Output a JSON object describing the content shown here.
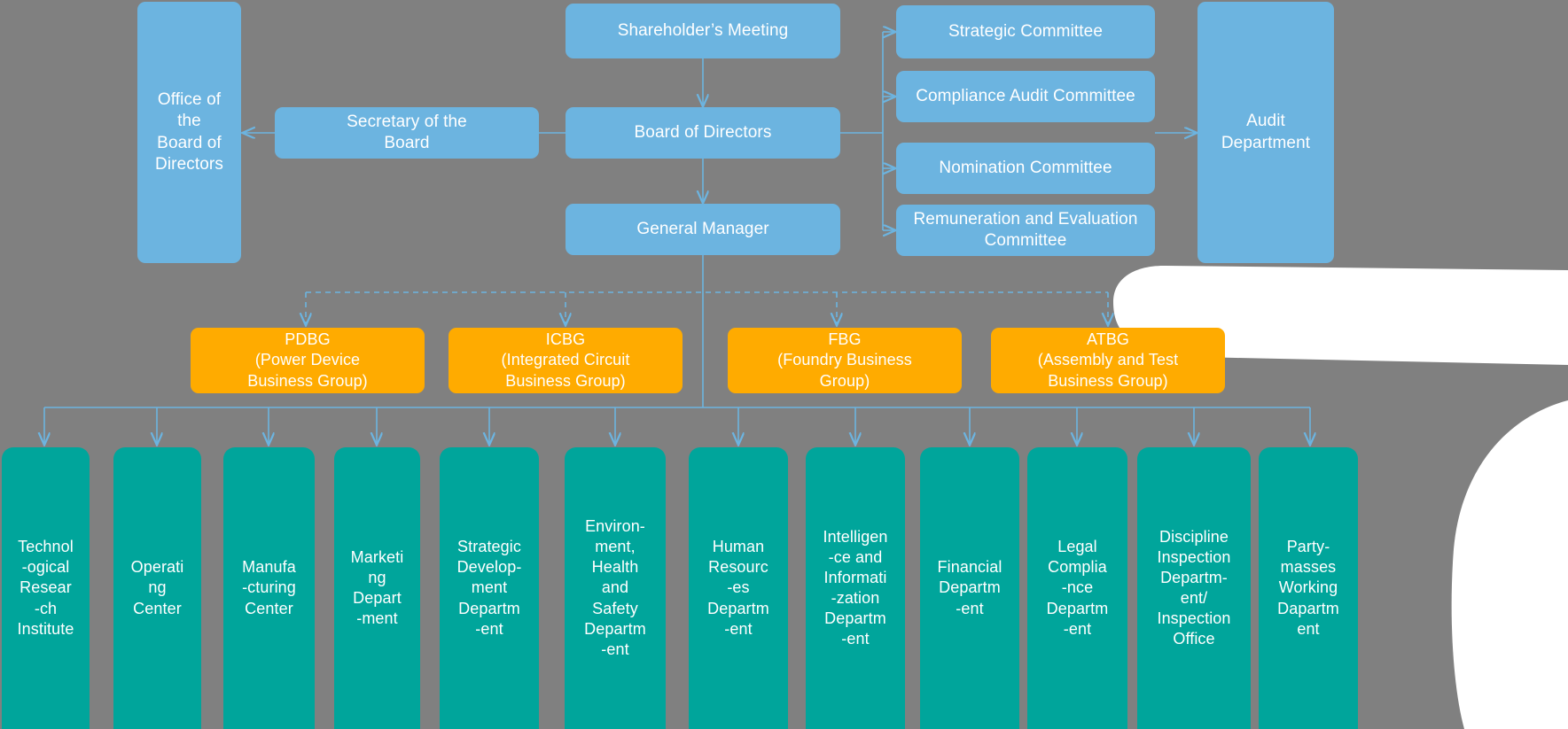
{
  "chart_data": {
    "type": "diagram",
    "title": "Corporate Organizational Structure Chart",
    "palette": {
      "background": "#808080",
      "governance_blue": "#6cb4e0",
      "business_group_orange": "#ffab00",
      "department_teal": "#00a59b",
      "connector_line": "#6cb4e0",
      "text": "#ffffff",
      "overlay_white": "#ffffff"
    },
    "levels": [
      {
        "name": "governance",
        "color": "#6cb4e0"
      },
      {
        "name": "business_groups",
        "color": "#ffab00"
      },
      {
        "name": "functional_departments",
        "color": "#00a59b"
      }
    ],
    "edges": [
      {
        "from": "Shareholder's Meeting",
        "to": "Board of Directors",
        "style": "solid-arrow"
      },
      {
        "from": "Board of Directors",
        "to": "General Manager",
        "style": "solid-arrow"
      },
      {
        "from": "Secretary of the Board",
        "to": "Office of the Board of Directors",
        "style": "solid-arrow"
      },
      {
        "from": "Board of Directors",
        "to": "Secretary of the Board",
        "style": "solid-line"
      },
      {
        "from": "Board of Directors",
        "to": "Strategic Committee",
        "style": "solid-arrow"
      },
      {
        "from": "Board of Directors",
        "to": "Compliance Audit Committee",
        "style": "solid-arrow"
      },
      {
        "from": "Board of Directors",
        "to": "Nomination Committee",
        "style": "solid-arrow"
      },
      {
        "from": "Board of Directors",
        "to": "Remuneration and Evaluation Committee",
        "style": "solid-arrow"
      },
      {
        "from": "Compliance Audit Committee",
        "to": "Audit Department",
        "style": "solid-arrow"
      },
      {
        "from": "General Manager",
        "to": "PDBG (Power Device Business Group)",
        "style": "dashed-arrow"
      },
      {
        "from": "General Manager",
        "to": "ICBG (Integrated Circuit Business Group)",
        "style": "dashed-arrow"
      },
      {
        "from": "General Manager",
        "to": "FBG (Foundry Business Group)",
        "style": "dashed-arrow"
      },
      {
        "from": "General Manager",
        "to": "ATBG (Assembly and Test Business Group)",
        "style": "dashed-arrow"
      },
      {
        "from": "General Manager",
        "to": "functional_departments_bus",
        "style": "solid-arrow"
      }
    ]
  },
  "governance": {
    "office_of_board": "Office of\nthe\nBoard of\nDirectors",
    "secretary_of_board": "Secretary of the\nBoard",
    "shareholders_meeting": "Shareholder’s  Meeting",
    "board_of_directors": "Board of Directors",
    "general_manager": "General  Manager",
    "audit_department": "Audit\nDepartment",
    "committees": [
      {
        "label": "Strategic Committee"
      },
      {
        "label": "Compliance Audit Committee"
      },
      {
        "label": "Nomination Committee"
      },
      {
        "label": "Remuneration and Evaluation\nCommittee"
      }
    ]
  },
  "business_groups": [
    {
      "abbr": "PDBG",
      "label": "PDBG\n(Power Device\nBusiness Group)"
    },
    {
      "abbr": "ICBG",
      "label": "ICBG\n(Integrated Circuit\nBusiness Group)"
    },
    {
      "abbr": "FBG",
      "label": "FBG\n(Foundry Business\nGroup)"
    },
    {
      "abbr": "ATBG",
      "label": "ATBG\n(Assembly and Test\nBusiness Group)"
    }
  ],
  "departments": [
    {
      "label": "Technol\n-ogical\nResear\n-ch\nInstitute"
    },
    {
      "label": "Operati\nng\nCenter"
    },
    {
      "label": "Manufa\n-cturing\nCenter"
    },
    {
      "label": "Marketi\nng\nDepart\n-ment"
    },
    {
      "label": "Strategic\nDevelop-\nment\nDepartm\n-ent"
    },
    {
      "label": "Environ-\nment,\nHealth\nand\nSafety\nDepartm\n-ent"
    },
    {
      "label": "Human\nResourc\n-es\nDepartm\n-ent"
    },
    {
      "label": "Intelligen\n-ce and\nInformati\n-zation\nDepartm\n-ent"
    },
    {
      "label": "Financial\nDepartm\n-ent"
    },
    {
      "label": "Legal\nComplia\n-nce\nDepartm\n-ent"
    },
    {
      "label": "Discipline\nInspection\nDepartm-\nent/\nInspection\nOffice"
    },
    {
      "label": "Party-\nmasses\nWorking\nDapartm\nent"
    }
  ]
}
